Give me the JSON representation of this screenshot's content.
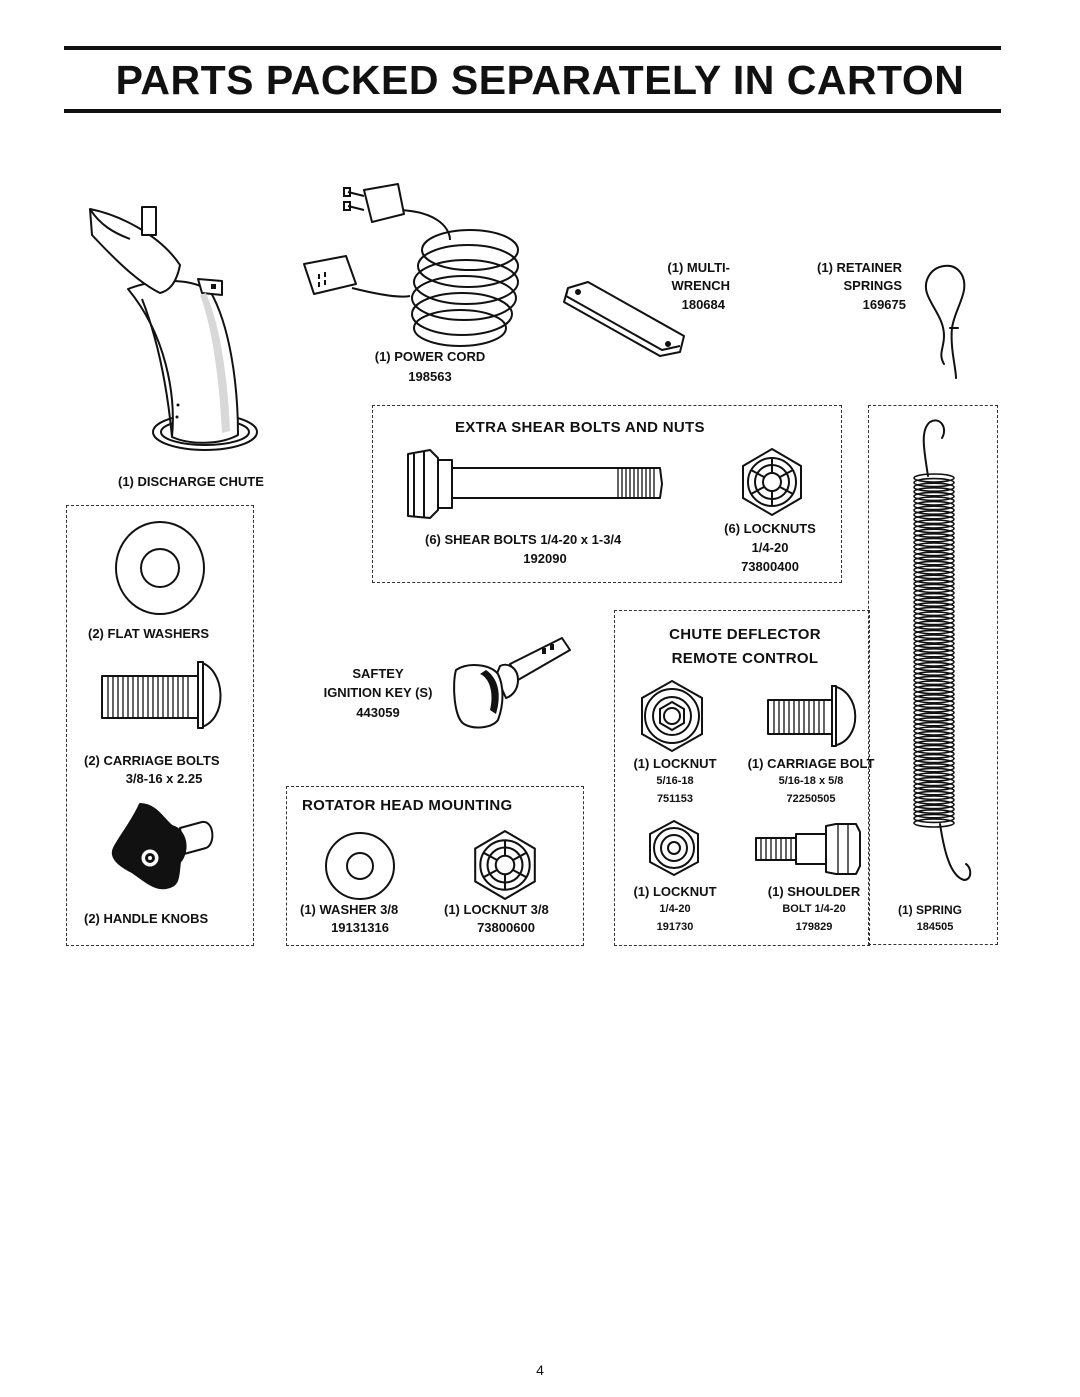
{
  "page": {
    "title": "PARTS PACKED SEPARATELY IN CARTON",
    "page_number": "4"
  },
  "parts": {
    "discharge_chute": {
      "label": "(1) DISCHARGE CHUTE"
    },
    "power_cord": {
      "label": "(1) POWER CORD",
      "number": "198563"
    },
    "multi_wrench": {
      "line1": "(1) MULTI-",
      "line2": "WRENCH",
      "number": "180684"
    },
    "retainer_springs": {
      "line1": "(1) RETAINER",
      "line2": "SPRINGS",
      "number": "169675"
    },
    "flat_washers": {
      "label": "(2) FLAT WASHERS"
    },
    "carriage_bolts": {
      "label": "(2) CARRIAGE BOLTS",
      "size": "3/8-16 x 2.25"
    },
    "handle_knobs": {
      "label": "(2) HANDLE KNOBS"
    },
    "ignition_key": {
      "line1": "SAFTEY",
      "line2": "IGNITION KEY (S)",
      "number": "443059"
    },
    "spring": {
      "label": "(1) SPRING",
      "number": "184505"
    }
  },
  "shear_section": {
    "heading": "EXTRA SHEAR BOLTS AND NUTS",
    "bolts": {
      "label": "(6) SHEAR BOLTS 1/4-20 x 1-3/4",
      "number": "192090"
    },
    "locknuts": {
      "label": "(6) LOCKNUTS",
      "size": "1/4-20",
      "number": "73800400"
    }
  },
  "rotator_section": {
    "heading": "ROTATOR HEAD MOUNTING",
    "washer": {
      "label": "(1) WASHER 3/8",
      "number": "19131316"
    },
    "locknut": {
      "label": "(1) LOCKNUT 3/8",
      "number": "73800600"
    }
  },
  "chute_section": {
    "heading1": "CHUTE DEFLECTOR",
    "heading2": "REMOTE CONTROL",
    "locknut_a": {
      "label": "(1) LOCKNUT",
      "size": "5/16-18",
      "number": "751153"
    },
    "carriage_bolt": {
      "label": "(1) CARRIAGE BOLT",
      "size": "5/16-18 x 5/8",
      "number": "72250505"
    },
    "locknut_b": {
      "label": "(1) LOCKNUT",
      "size": "1/4-20",
      "number": "191730"
    },
    "shoulder_bolt": {
      "line1": "(1) SHOULDER",
      "line2": "BOLT 1/4-20",
      "number": "179829"
    }
  }
}
